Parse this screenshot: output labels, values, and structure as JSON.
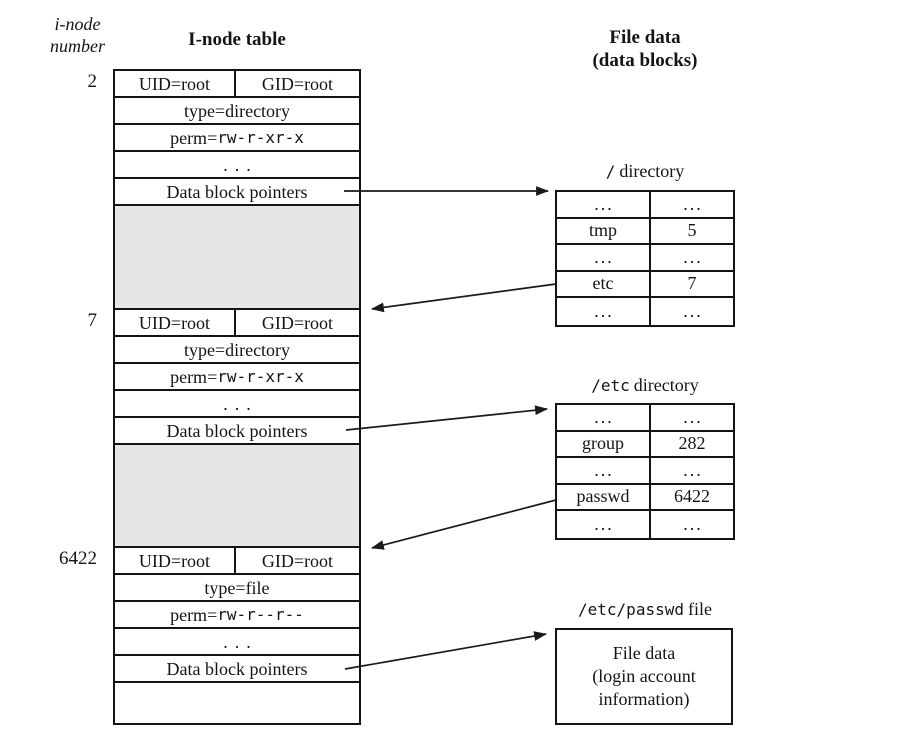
{
  "header": {
    "inode_number_label_line1": "i-node",
    "inode_number_label_line2": "number",
    "inode_table_title": "I-node table",
    "file_data_title_line1": "File data",
    "file_data_title_line2": "(data blocks)"
  },
  "inode_table": {
    "sections": [
      {
        "inode_number": "2",
        "uid": "UID=root",
        "gid": "GID=root",
        "type": "type=directory",
        "perm_label": "perm=",
        "perm_value": "rw-r-xr-x",
        "ellipsis": "...",
        "pointers": "Data block pointers"
      },
      {
        "inode_number": "7",
        "uid": "UID=root",
        "gid": "GID=root",
        "type": "type=directory",
        "perm_label": "perm=",
        "perm_value": "rw-r-xr-x",
        "ellipsis": "...",
        "pointers": "Data block pointers"
      },
      {
        "inode_number": "6422",
        "uid": "UID=root",
        "gid": "GID=root",
        "type": "type=file",
        "perm_label": "perm=",
        "perm_value": "rw-r--r--",
        "ellipsis": "...",
        "pointers": "Data block pointers"
      }
    ]
  },
  "file_data": {
    "root_dir": {
      "label_path": "/",
      "label_rest": "directory",
      "rows": [
        [
          "...",
          "..."
        ],
        [
          "tmp",
          "5"
        ],
        [
          "...",
          "..."
        ],
        [
          "etc",
          "7"
        ],
        [
          "...",
          "..."
        ]
      ]
    },
    "etc_dir": {
      "label_path": "/etc",
      "label_rest": "directory",
      "rows": [
        [
          "...",
          "..."
        ],
        [
          "group",
          "282"
        ],
        [
          "...",
          "..."
        ],
        [
          "passwd",
          "6422"
        ],
        [
          "...",
          "..."
        ]
      ]
    },
    "passwd_file": {
      "label_path": "/etc/passwd",
      "label_rest": "file",
      "content_line1": "File data",
      "content_line2": "(login account",
      "content_line3": "information)"
    }
  },
  "colors": {
    "line": "#1a1a1a",
    "gap_fill": "#e5e6e7"
  }
}
